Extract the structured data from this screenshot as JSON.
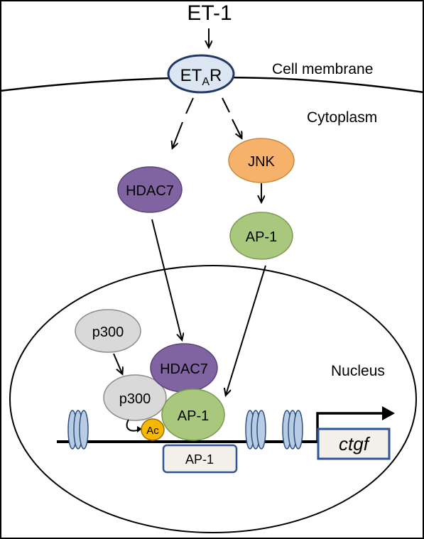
{
  "ligand": {
    "label": "ET-1"
  },
  "receptor": {
    "main": "ET",
    "sub": "A",
    "tail": "R",
    "fill": "#dce6f2",
    "stroke": "#1f3864"
  },
  "regions": {
    "membrane": "Cell membrane",
    "cytoplasm": "Cytoplasm",
    "nucleus": "Nucleus"
  },
  "nodes": {
    "hdac7_cyto": {
      "label": "HDAC7",
      "fill": "#8064a2"
    },
    "jnk": {
      "label": "JNK",
      "fill": "#f6b26b"
    },
    "ap1_cyto": {
      "label": "AP-1",
      "fill": "#a9c77d"
    },
    "p300_top": {
      "label": "p300",
      "fill": "#d9d9d9"
    },
    "p300_bound": {
      "label": "p300",
      "fill": "#d9d9d9"
    },
    "hdac7_nuc": {
      "label": "HDAC7",
      "fill": "#8064a2"
    },
    "ap1_nuc": {
      "label": "AP-1",
      "fill": "#a9c77d"
    },
    "ac": {
      "label": "Ac",
      "fill": "#f5b800"
    }
  },
  "dna": {
    "binding_site": "AP-1",
    "gene": "ctgf",
    "box_fill": "#f2f0e8",
    "box_stroke": "#2e5597",
    "nucleosome_fill": "#b8cce4",
    "nucleosome_stroke": "#2f4f7f"
  },
  "colors": {
    "line": "#000000",
    "border": "#000000"
  }
}
